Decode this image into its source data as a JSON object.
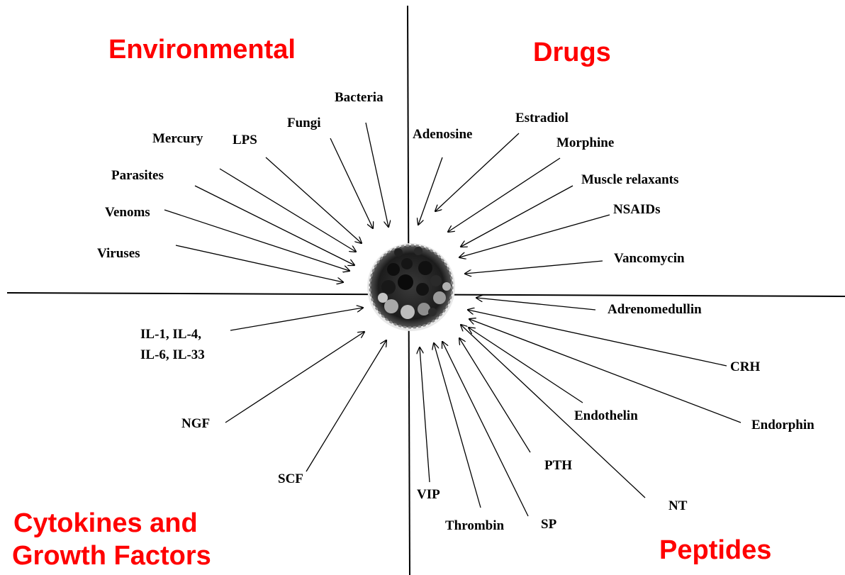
{
  "quadrants": {
    "environmental": "Environmental",
    "drugs": "Drugs",
    "cytokines_line1": "Cytokines and",
    "cytokines_line2": "Growth Factors",
    "peptides": "Peptides"
  },
  "environmental_stimuli": [
    "Bacteria",
    "Fungi",
    "LPS",
    "Mercury",
    "Parasites",
    "Venoms",
    "Viruses"
  ],
  "drug_stimuli": [
    "Adenosine",
    "Estradiol",
    "Morphine",
    "Muscle relaxants",
    "NSAIDs",
    "Vancomycin"
  ],
  "cytokine_stimuli": {
    "interleukins_line1": "IL-1, IL-4,",
    "interleukins_line2": "IL-6, IL-33",
    "ngf": "NGF",
    "scf": "SCF"
  },
  "peptide_stimuli": [
    "Adrenomedullin",
    "CRH",
    "Endorphin",
    "Endothelin",
    "PTH",
    "NT",
    "SP",
    "Thrombin",
    "VIP"
  ],
  "colors": {
    "quadrant_title": "#ff0000",
    "label": "#000000",
    "arrow": "#000000"
  }
}
